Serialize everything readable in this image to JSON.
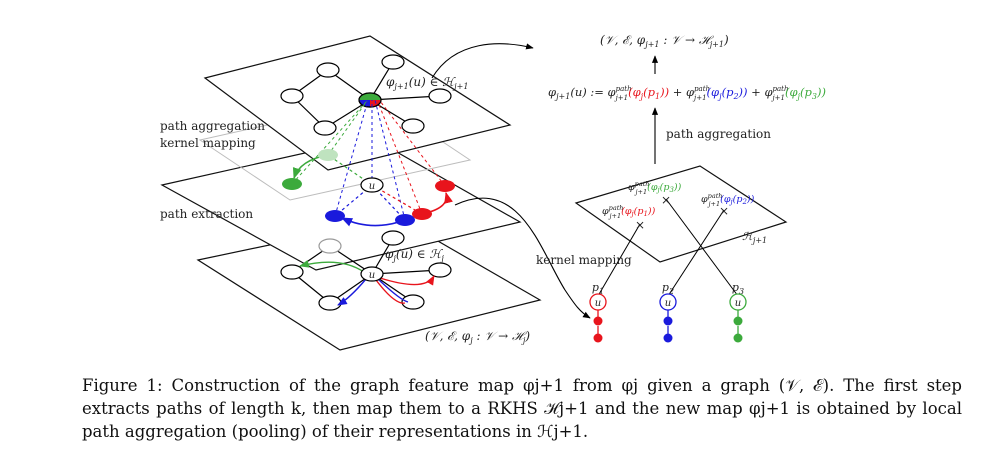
{
  "labels": {
    "path_aggregation_left": "path aggregation",
    "kernel_mapping_left": "kernel mapping",
    "path_extraction": "path extraction",
    "top_layer_feature": "φj+1(u) ∈ ℋj+1",
    "bottom_layer_feature": "φj(u) ∈ ℋj",
    "bottom_graph_tuple": "(𝒱, ℰ, φj : 𝒱 → ℋj)",
    "top_graph_tuple": "(𝒱, ℰ, φj+1 : 𝒱 → ℋj+1)",
    "aggregation_formula": {
      "lhs": "φj+1(u) := ",
      "term1_phi": "φpathj+1(",
      "term1_arg": "φj(p1)",
      "term2_phi": "φpathj+1(",
      "term2_arg": "φj(p2)",
      "term3_phi": "φpathj+1(",
      "term3_arg": "φj(p3)",
      "close": ")",
      "plus": " + "
    },
    "path_aggregation_right": "path aggregation",
    "kernel_mapping_right": "kernel mapping",
    "rkhs_label": "ℋj+1",
    "rkhs_point_p1": "φpathj+1(φj(p1))",
    "rkhs_point_p2": "φpathj+1(φj(p2))",
    "rkhs_point_p3": "φpathj+1(φj(p3))",
    "paths": [
      "p1",
      "p2",
      "p3"
    ],
    "node_u": "u"
  },
  "colors": {
    "red": "#e8141c",
    "blue": "#1a1adc",
    "green": "#3caa3c",
    "light_green": "#bfe3bf",
    "gray": "#9a9a9a",
    "black": "#000000"
  },
  "caption": "Figure 1: Construction of the graph feature map φj+1 from φj given a graph (𝒱, ℰ). The first step extracts paths of length k, then map them to a RKHS ℋj+1 and the new map φj+1 is obtained by local path aggregation (pooling) of their representations in ℋj+1."
}
